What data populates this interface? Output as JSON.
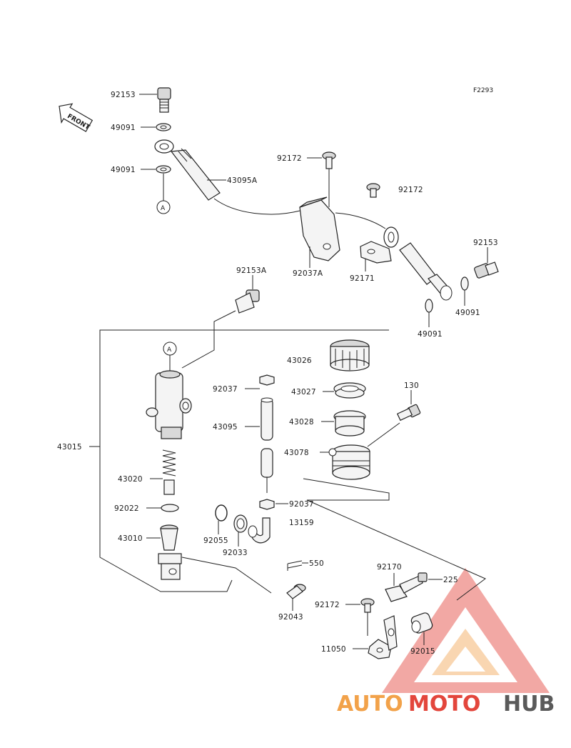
{
  "diagram": {
    "code": "F2293",
    "front_label": "FRONT",
    "ref_marker": "A",
    "labels": {
      "p92153_top": "92153",
      "p49091_a": "49091",
      "p49091_b": "49091",
      "p43095A": "43095A",
      "p92172_a": "92172",
      "p92172_b": "92172",
      "p92037A": "92037A",
      "p92171": "92171",
      "p92153_right": "92153",
      "p49091_c": "49091",
      "p49091_d": "49091",
      "p92153A": "92153A",
      "p43015": "43015",
      "p43026": "43026",
      "p43027": "43027",
      "p43028": "43028",
      "p43078": "43078",
      "p130": "130",
      "p92037_a": "92037",
      "p43095": "43095",
      "p92037_b": "92037",
      "p43020": "43020",
      "p92022": "92022",
      "p92055": "92055",
      "p92033": "92033",
      "p13159": "13159",
      "p43010": "43010",
      "p550": "550",
      "p92043": "92043",
      "p92170": "92170",
      "p225": "225",
      "p92172_c": "92172",
      "p11050": "11050",
      "p92015": "92015"
    }
  },
  "watermark": {
    "part1": "AUTO",
    "part2": "MOTO",
    "part3": "HUB",
    "colors": {
      "orange": "#f2a24a",
      "red": "#e3463c",
      "grey": "#5a5a5a"
    }
  }
}
